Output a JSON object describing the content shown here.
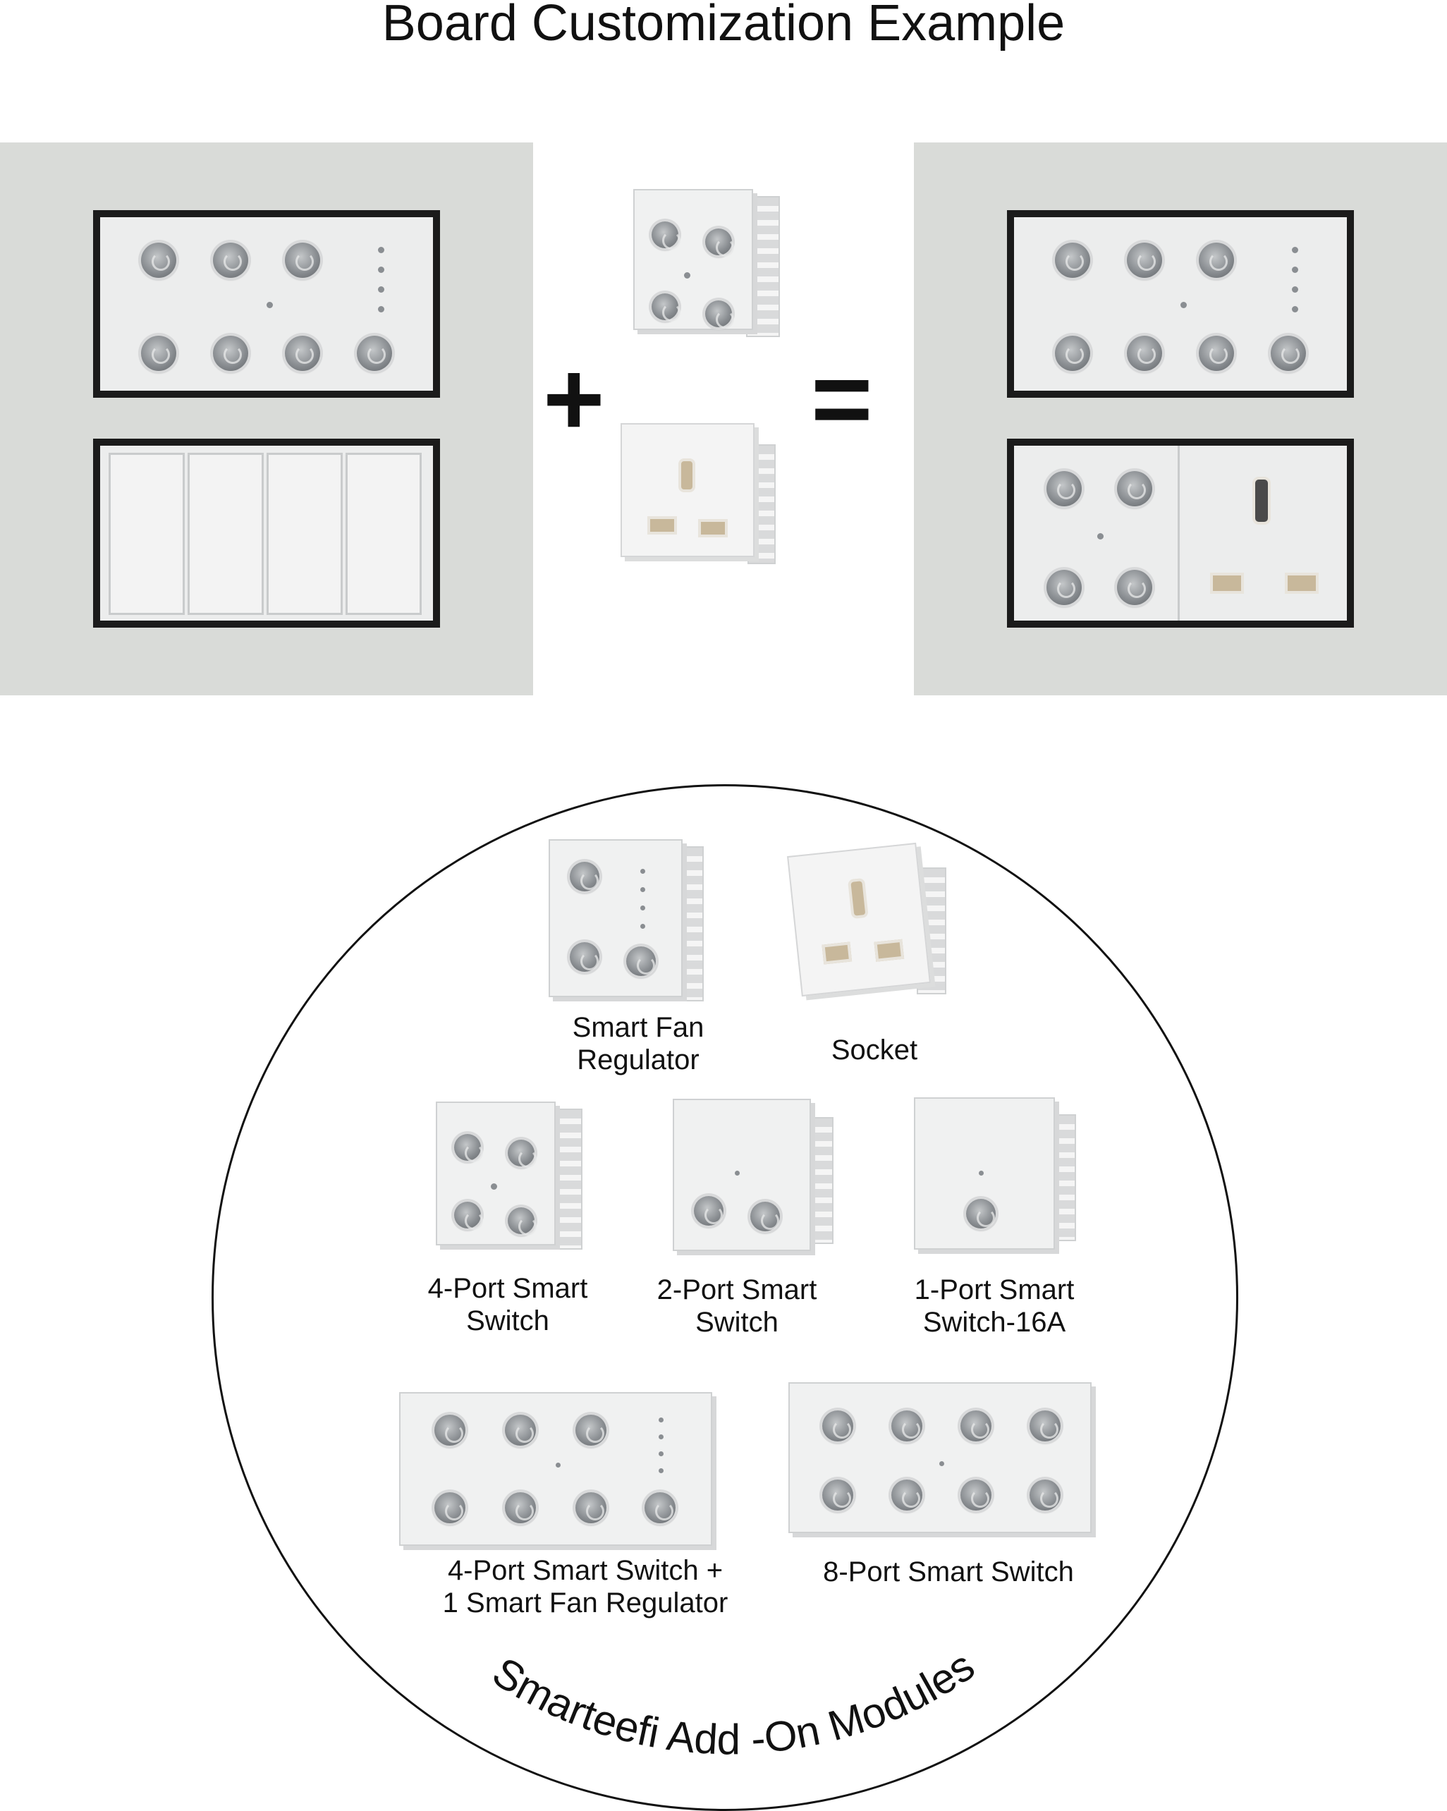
{
  "title": "Board Customization Example",
  "operators": {
    "plus": "+",
    "equals": "="
  },
  "modules": [
    {
      "id": "fan",
      "label_line1": "Smart Fan",
      "label_line2": "Regulator"
    },
    {
      "id": "socket",
      "label_line1": "Socket",
      "label_line2": ""
    },
    {
      "id": "sw4",
      "label_line1": "4-Port Smart",
      "label_line2": "Switch"
    },
    {
      "id": "sw2",
      "label_line1": "2-Port Smart",
      "label_line2": "Switch"
    },
    {
      "id": "sw1",
      "label_line1": "1-Port Smart",
      "label_line2": "Switch-16A"
    },
    {
      "id": "sw4fan",
      "label_line1": "4-Port Smart Switch +",
      "label_line2": "1 Smart Fan Regulator"
    },
    {
      "id": "sw8",
      "label_line1": "8-Port Smart Switch",
      "label_line2": ""
    }
  ],
  "circle_caption": "Smarteefi Add -On Modules",
  "colors": {
    "panel": "#d9dbd8",
    "frame": "#1b1b1b",
    "button": "#8a8e92"
  }
}
